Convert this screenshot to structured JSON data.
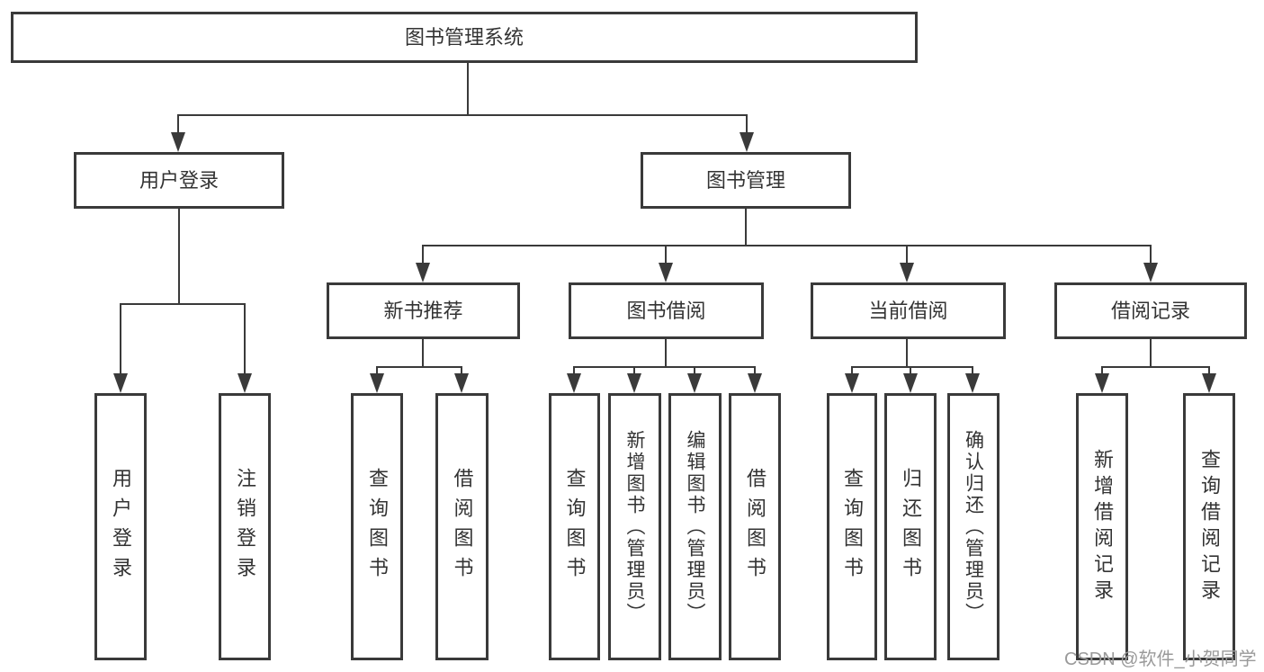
{
  "nodes": {
    "root": "图书管理系统",
    "level2": [
      "用户登录",
      "图书管理"
    ],
    "level3": [
      "新书推荐",
      "图书借阅",
      "当前借阅",
      "借阅记录"
    ],
    "leaves_user_login": [
      "用户登录",
      "注销登录"
    ],
    "leaves_new_books": [
      "查询图书",
      "借阅图书"
    ],
    "leaves_book_borrow": [
      "查询图书",
      "新增图书（管理员）",
      "编辑图书（管理员）",
      "借阅图书"
    ],
    "leaves_current_borrow": [
      "查询图书",
      "归还图书",
      "确认归还（管理员）"
    ],
    "leaves_borrow_records": [
      "新增借阅记录",
      "查询借阅记录"
    ]
  },
  "watermark": "CSDN @软件_小贺同学",
  "colors": {
    "line": "#3a3a3a",
    "text": "#333333",
    "background": "#ffffff",
    "watermark": "#9a9a9a"
  }
}
